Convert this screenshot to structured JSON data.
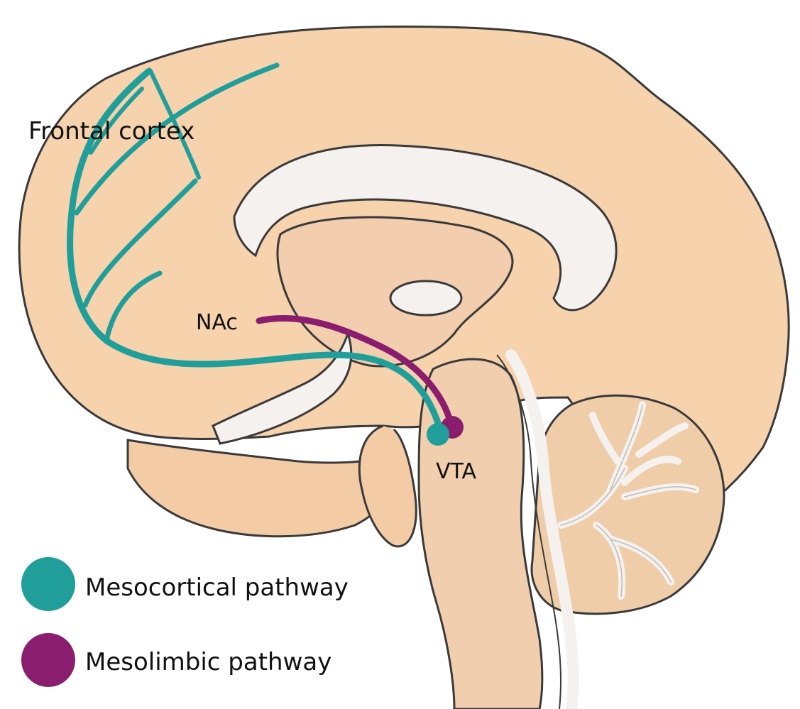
{
  "labels": {
    "frontal_cortex": "Frontal cortex",
    "nac": "NAc",
    "vta": "VTA"
  },
  "legend": [
    {
      "label": "Mesocortical pathway",
      "color": "#1f9e9a"
    },
    {
      "label": "Mesolimbic pathway",
      "color": "#8a1d6e"
    }
  ],
  "colors": {
    "brain_fill": "#f6d2ad",
    "brain_outline": "#3a3a3a",
    "white_matter": "#f4f1ee",
    "brainstem_fill": "#f1cfae",
    "mesocortical": "#1f9e9a",
    "mesolimbic": "#8a1d6e"
  }
}
